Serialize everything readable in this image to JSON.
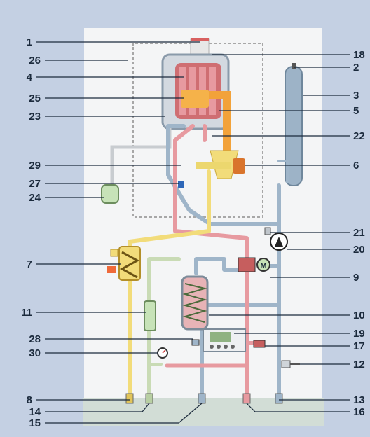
{
  "colors": {
    "background": "#c4d0e3",
    "panel": "#f4f5f6",
    "ground": "#d2ddd6",
    "gas": "#f2dc7a",
    "flow": "#e79aa0",
    "return": "#9fb5c9",
    "exchanger": "#e07b7b",
    "burner": "#f2a23a",
    "leader": "#1b2a3c"
  },
  "labels": {
    "l1": "1",
    "l26": "26",
    "l4": "4",
    "l25": "25",
    "l23": "23",
    "l29": "29",
    "l27": "27",
    "l24": "24",
    "l7": "7",
    "l11": "11",
    "l28": "28",
    "l30": "30",
    "l8": "8",
    "l14": "14",
    "l15": "15",
    "l18": "18",
    "l2": "2",
    "l3": "3",
    "l5": "5",
    "l22": "22",
    "l6": "6",
    "l21": "21",
    "l20": "20",
    "l9": "9",
    "l10": "10",
    "l19": "19",
    "l17": "17",
    "l12": "12",
    "l13": "13",
    "l16": "16"
  },
  "pump_symbol": "M"
}
